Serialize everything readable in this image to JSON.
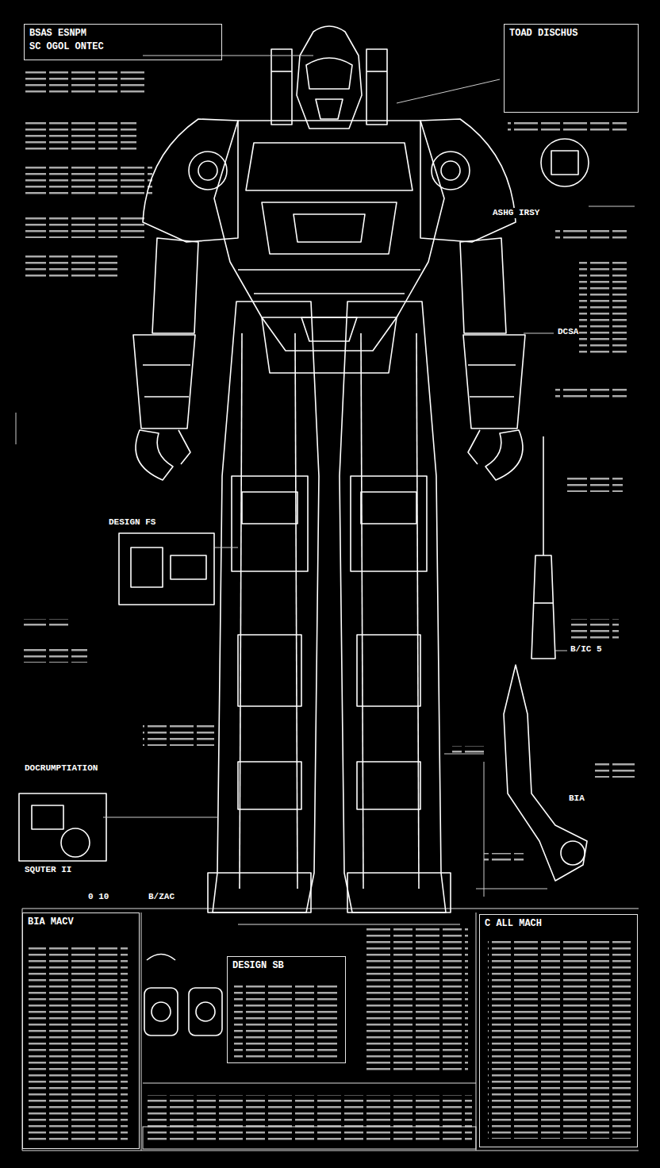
{
  "diagram": {
    "nodes": [
      {
        "text": [
          "BSAS ESNPM",
          "SC OGOL ONTEC"
        ]
      },
      {
        "text": [
          "TOAD DISCHUS"
        ]
      },
      {
        "text": [
          "BIA MACV"
        ]
      },
      {
        "text": [
          "DESIGN SB"
        ]
      },
      {
        "text": [
          "C ALL MACH"
        ]
      }
    ],
    "labels": [
      "DOCRUMPTIATION",
      "SQUTER II",
      "0 10",
      "B/ZAC",
      "ASHG IRSY",
      "BIA",
      "DESIGN FS",
      "B/IC 5",
      "DCSA"
    ]
  }
}
